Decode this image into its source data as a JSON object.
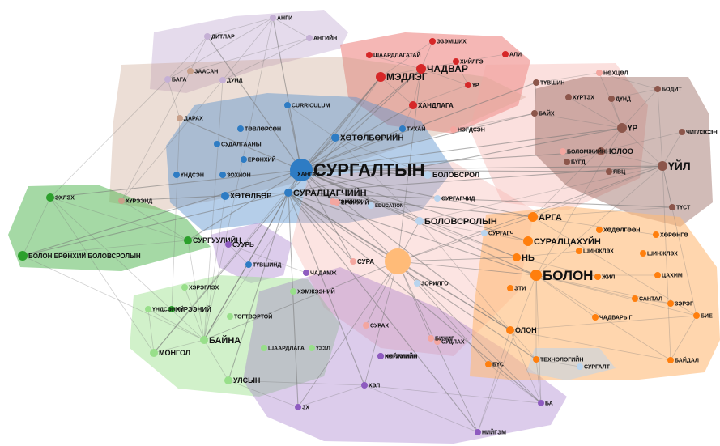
{
  "colors": {
    "blue": "#2e7cc4",
    "light_blue": "#b9d4ee",
    "red": "#d62728",
    "pink": "#f4a6a0",
    "brown": "#8c564b",
    "tan": "#c8a08a",
    "green": "#2ca02c",
    "light_green": "#98df8a",
    "purple": "#8e5bc0",
    "lavender": "#c5b0d5",
    "orange": "#ff7f0e",
    "peach": "#ffbb78"
  },
  "nodes": [
    {
      "id": "surgaltyn",
      "label": "СУРГАЛТЫН",
      "color": "blue",
      "big": true
    },
    {
      "id": "suraltsagchiin",
      "label": "СУРАЛЦАГЧИЙН",
      "color": "blue"
    },
    {
      "id": "bolon",
      "label": "БОЛОН",
      "color": "orange",
      "big": true
    },
    {
      "id": "uil",
      "label": "ҮЙЛ",
      "color": "brown"
    },
    {
      "id": "bolovsrolyn",
      "label": "БОЛОВСРОЛЫН",
      "color": "light_blue"
    },
    {
      "id": "arga",
      "label": "АРГА",
      "color": "orange"
    },
    {
      "id": "suraltsahuin",
      "label": "СУРАЛЦАХУЙН",
      "color": "orange"
    },
    {
      "id": "ni",
      "label": "НЬ",
      "color": "orange"
    },
    {
      "id": "baina",
      "label": "БАЙНА",
      "color": "light_green"
    },
    {
      "id": "chadvar",
      "label": "ЧАДВАР",
      "color": "red"
    },
    {
      "id": "medleg",
      "label": "МЭДЛЭГ",
      "color": "red"
    },
    {
      "id": "hotolbor",
      "label": "ХӨТӨЛБӨР",
      "color": "blue"
    },
    {
      "id": "hotolboriin",
      "label": "ХӨТӨЛБӨРИЙН",
      "color": "blue"
    },
    {
      "id": "bolovsrol",
      "label": "БОЛОВСРОЛ",
      "color": "light_blue"
    },
    {
      "id": "surguuliin",
      "label": "СУРГУУЛИЙН",
      "color": "green"
    },
    {
      "id": "mongol",
      "label": "МОНГОЛ",
      "color": "light_green"
    },
    {
      "id": "ulsyn",
      "label": "УЛСЫН",
      "color": "light_green"
    },
    {
      "id": "olon",
      "label": "ОЛОН",
      "color": "orange"
    },
    {
      "id": "ur",
      "label": "ҮР",
      "color": "brown"
    },
    {
      "id": "nolooe",
      "label": "НӨЛӨӨ",
      "color": "brown"
    },
    {
      "id": "hangaltyn",
      "label": "ХАНДЛАГА",
      "color": "red"
    },
    {
      "id": "sura",
      "label": "СУРА",
      "color": "pink"
    },
    {
      "id": "center",
      "label": "",
      "color": "peach",
      "hub": true
    },
    {
      "id": "angi",
      "label": "АНГИ",
      "color": "lavender"
    },
    {
      "id": "ditlar",
      "label": "ДИТЛАР",
      "color": "lavender"
    },
    {
      "id": "angiin",
      "label": "АНГИЙН",
      "color": "lavender"
    },
    {
      "id": "zaasan",
      "label": "ЗААСАН",
      "color": "tan"
    },
    {
      "id": "baga",
      "label": "БАГА",
      "color": "lavender"
    },
    {
      "id": "duid",
      "label": "ДУНД",
      "color": "lavender"
    },
    {
      "id": "darah",
      "label": "ДАРАХ",
      "color": "tan"
    },
    {
      "id": "hureeniid",
      "label": "ХҮРЭЭНД",
      "color": "tan"
    },
    {
      "id": "hureenii",
      "label": "ХҮРЭЭНИЙ",
      "color": "green"
    },
    {
      "id": "buh",
      "label": "БОЛОН ЕРӨНХИЙ БОЛОВСРОЛЫН",
      "color": "green"
    },
    {
      "id": "surah",
      "label": "СУРАХ",
      "color": "pink"
    },
    {
      "id": "curriculum",
      "label": "CURRICULUM",
      "color": "blue"
    },
    {
      "id": "tuhai",
      "label": "ТУХАЙ",
      "color": "blue"
    },
    {
      "id": "negdsen",
      "label": "НЭГДСЭН",
      "color": "pink"
    },
    {
      "id": "education",
      "label": "EDUCATION",
      "color": "light_blue"
    },
    {
      "id": "uzeltei",
      "label": "ТӨВЛӨРСӨН",
      "color": "blue"
    },
    {
      "id": "sudalgaa",
      "label": "СУДАЛГААНЫ",
      "color": "blue"
    },
    {
      "id": "uirlah",
      "label": "ҮНДСЭН",
      "color": "blue"
    },
    {
      "id": "zohion",
      "label": "ЗОХИОН",
      "color": "blue"
    },
    {
      "id": "tushind",
      "label": "ТҮВШИНД",
      "color": "blue"
    },
    {
      "id": "hotolbor2",
      "label": "ЕРӨНХИЙ",
      "color": "blue"
    },
    {
      "id": "hangah",
      "label": "ХАНГАХ",
      "color": "blue"
    },
    {
      "id": "hemjih",
      "label": "ХЭМЖИХ",
      "color": "pink"
    },
    {
      "id": "surgagch",
      "label": "СУРГАГЧ",
      "color": "light_blue"
    },
    {
      "id": "surgaltyn2",
      "label": "СУРГАГЧИД",
      "color": "light_blue"
    },
    {
      "id": "zorilgo",
      "label": "ЗОРИЛГО",
      "color": "light_blue"
    },
    {
      "id": "chadvartai",
      "label": "ЧАДАМЖ",
      "color": "purple"
    },
    {
      "id": "hemjeeniiniin",
      "label": "ХЭМЖЭЭНИЙ",
      "color": "light_green"
    },
    {
      "id": "hergleh",
      "label": "ХЭРЭГЛЭХ",
      "color": "light_green"
    },
    {
      "id": "undsen",
      "label": "ҮНДСЭНИЙ",
      "color": "light_green"
    },
    {
      "id": "togtvortoi",
      "label": "ТОГТВОРТОЙ",
      "color": "light_green"
    },
    {
      "id": "shaardlaga",
      "label": "ШААРДЛАГА",
      "color": "light_green"
    },
    {
      "id": "uzel",
      "label": "ҮЗЭЛ",
      "color": "light_green"
    },
    {
      "id": "hogjiliin",
      "label": "ХӨГЖЛИЙН",
      "color": "purple"
    },
    {
      "id": "sudlah",
      "label": "СУДЛАХ",
      "color": "pink"
    },
    {
      "id": "bichig",
      "label": "БИЧИГ",
      "color": "pink"
    },
    {
      "id": "niimiin",
      "label": "НИЙГМИЙН",
      "color": "purple"
    },
    {
      "id": "hel",
      "label": "ХЭЛ",
      "color": "purple"
    },
    {
      "id": "ba",
      "label": "БА",
      "color": "purple"
    },
    {
      "id": "nigem",
      "label": "НИЙГЭМ",
      "color": "purple"
    },
    {
      "id": "zh",
      "label": "ЗХ",
      "color": "purple"
    },
    {
      "id": "bus",
      "label": "БҮС",
      "color": "orange"
    },
    {
      "id": "technologiin",
      "label": "ТЕХНОЛОГИЙН",
      "color": "orange"
    },
    {
      "id": "surgalt",
      "label": "СУРГАЛТ",
      "color": "light_blue"
    },
    {
      "id": "bie",
      "label": "БИЕ",
      "color": "orange"
    },
    {
      "id": "baidal",
      "label": "БАЙДАЛ",
      "color": "orange"
    },
    {
      "id": "chadvaruud",
      "label": "ЧАДВАРЫГ",
      "color": "orange"
    },
    {
      "id": "zereg",
      "label": "ЗЭРЭГ",
      "color": "orange"
    },
    {
      "id": "sedev",
      "label": "САНТАЛ",
      "color": "orange"
    },
    {
      "id": "tsahim",
      "label": "ЦАХИМ",
      "color": "orange"
    },
    {
      "id": "shinjleh",
      "label": "ШИНЖЛЭХ",
      "color": "orange"
    },
    {
      "id": "hoolooh",
      "label": "ХӨРӨНГӨ",
      "color": "orange"
    },
    {
      "id": "udirdlaga",
      "label": "ХӨДӨЛГӨӨН",
      "color": "orange"
    },
    {
      "id": "shinee",
      "label": "ШИНЖЛЭХ",
      "color": "orange"
    },
    {
      "id": "zhil",
      "label": "ЖИЛ",
      "color": "orange"
    },
    {
      "id": "ahi",
      "label": "ЭТИ",
      "color": "orange"
    },
    {
      "id": "bolomjiin",
      "label": "БОЛОМЖИЙН",
      "color": "pink"
    },
    {
      "id": "baih",
      "label": "БАЙХ",
      "color": "brown"
    },
    {
      "id": "tushin",
      "label": "ТҮВШИН",
      "color": "brown"
    },
    {
      "id": "ishiin",
      "label": "ЭЗЭМШИХ",
      "color": "red"
    },
    {
      "id": "shaardlagatai",
      "label": "ШААРДЛАГАТАЙ",
      "color": "red"
    },
    {
      "id": "hiighe",
      "label": "ХИЙЛГЭ",
      "color": "red"
    },
    {
      "id": "ali",
      "label": "АЛИ",
      "color": "red"
    },
    {
      "id": "yr",
      "label": "ҮР",
      "color": "red"
    },
    {
      "id": "hoosol",
      "label": "НӨХЦӨЛ",
      "color": "pink"
    },
    {
      "id": "tohiruulah",
      "label": "ХҮРТЭХ",
      "color": "brown"
    },
    {
      "id": "duid2",
      "label": "ДҮНД",
      "color": "brown"
    },
    {
      "id": "bodit",
      "label": "БОДИТ",
      "color": "brown"
    },
    {
      "id": "chiglesen",
      "label": "ЧИГЛЭСЭН",
      "color": "brown"
    },
    {
      "id": "ybts",
      "label": "ЯВЦ",
      "color": "brown"
    },
    {
      "id": "tust",
      "label": "ТҮСТ",
      "color": "brown"
    },
    {
      "id": "bugd",
      "label": "БҮГД",
      "color": "brown"
    },
    {
      "id": "yerkho",
      "label": "ЕРӨНХИЙ",
      "color": "pink"
    },
    {
      "id": "ehmeh",
      "label": "ЭХЛЭХ",
      "color": "green"
    },
    {
      "id": "suuri",
      "label": "СУУРЬ",
      "color": "purple"
    }
  ]
}
